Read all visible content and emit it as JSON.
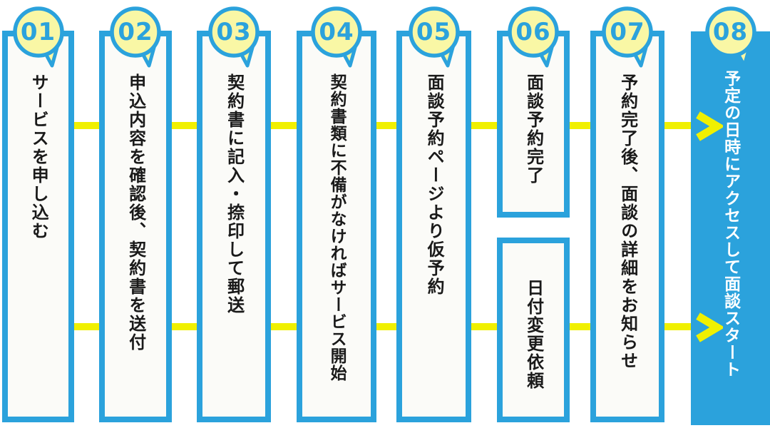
{
  "palette": {
    "blue": "#2BA2DC",
    "connector_yellow": "#F0F000",
    "badge_yellow": "#F9F7A5",
    "box_fill": "#FBFBF8",
    "text_dark": "#1A1A1A",
    "text_light": "#FFFFFF"
  },
  "icons": {
    "badge": "speech-bubble-circle-icon",
    "connector": "right-arrow-icon"
  },
  "steps": [
    {
      "number": "01",
      "label": "サービスを申し込む"
    },
    {
      "number": "02",
      "label": "申込内容を確認後、契約書を送付"
    },
    {
      "number": "03",
      "label": "契約書に記入・捺印して郵送"
    },
    {
      "number": "04",
      "label": "契約書類に不備がなければサービス開始"
    },
    {
      "number": "05",
      "label": "面談予約ページより仮予約"
    },
    {
      "number": "06",
      "label": "面談予約完了",
      "label2": "日付変更依頼"
    },
    {
      "number": "07",
      "label": "予約完了後、面談の詳細をお知らせ"
    },
    {
      "number": "08",
      "label": "予定の日時にアクセスして面談スタート"
    }
  ]
}
